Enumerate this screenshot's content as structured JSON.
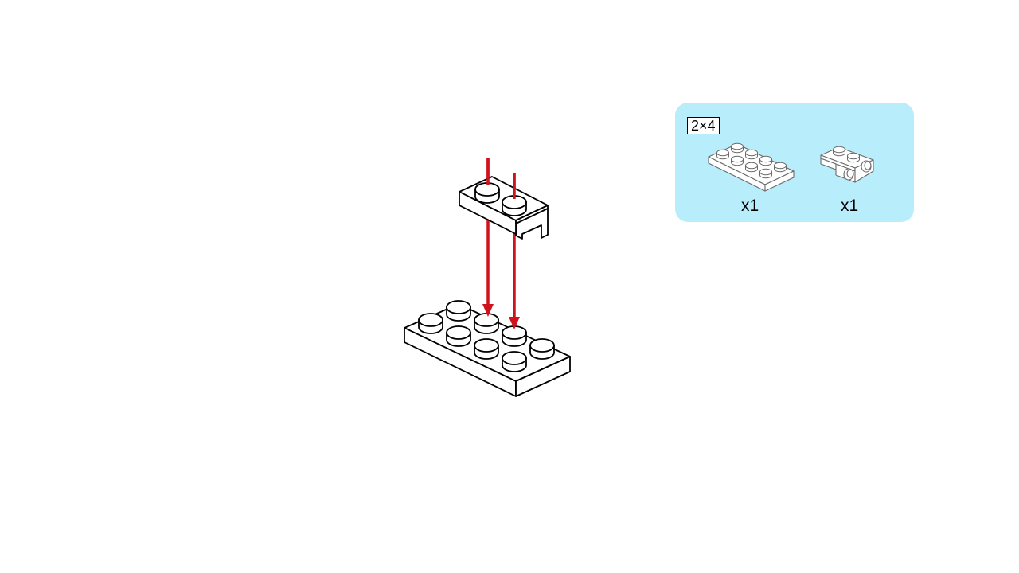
{
  "parts_list": {
    "size_label": "2×4",
    "items": [
      {
        "part": "plate-2x4",
        "quantity": "x1"
      },
      {
        "part": "bracket-1x2",
        "quantity": "x1"
      }
    ]
  },
  "colors": {
    "background": "#ffffff",
    "panel": "#b8eefc",
    "arrow": "#d0121c",
    "outline": "#000000",
    "brick_fill": "#ffffff"
  },
  "icons": [
    "down-arrow-icon",
    "plate-2x4-icon",
    "bracket-1x2-icon"
  ]
}
